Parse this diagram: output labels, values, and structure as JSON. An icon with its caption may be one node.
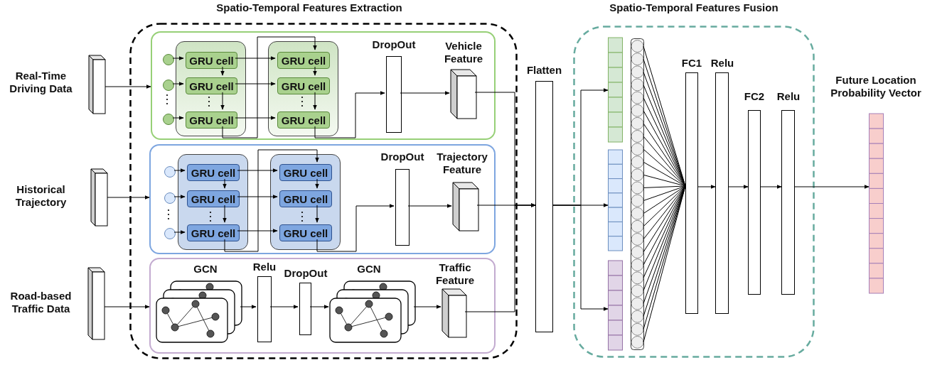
{
  "diagram": {
    "nodes": [
      {
        "text": [
          "Spatio-Temporal Features Extraction"
        ]
      },
      {
        "text": [
          "Spatio-Temporal Features Fusion"
        ]
      },
      {
        "text": [],
        "shape": "box",
        "in": 0
      },
      {
        "text": [],
        "shape": "box",
        "in": 0
      },
      {
        "text": [],
        "shape": "box",
        "in": 0
      },
      {
        "text": [
          "Real-Time Driving Data"
        ]
      },
      {
        "text": [
          "Historical Trajectory"
        ]
      },
      {
        "text": [
          "Road-based Traffic Data"
        ]
      },
      {
        "text": [],
        "shape": "circle",
        "in": 2
      },
      {
        "text": [],
        "shape": "circle",
        "in": 2
      },
      {
        "text": [],
        "shape": "circle",
        "in": 2
      },
      {
        "text": [],
        "shape": "box",
        "in": 2
      },
      {
        "text": [
          "GRU cell"
        ],
        "in": 11
      },
      {
        "text": [
          "GRU cell"
        ],
        "in": 11
      },
      {
        "text": [
          "GRU cell"
        ],
        "in": 11
      },
      {
        "text": [],
        "shape": "box",
        "in": 2
      },
      {
        "text": [
          "GRU cell"
        ],
        "in": 15
      },
      {
        "text": [
          "GRU cell"
        ],
        "in": 15
      },
      {
        "text": [
          "GRU cell"
        ],
        "in": 15
      },
      {
        "text": [
          "DropOut"
        ],
        "in": 2
      },
      {
        "text": [
          "Vehicle Feature"
        ],
        "in": 2
      },
      {
        "text": [],
        "shape": "circle",
        "in": 3
      },
      {
        "text": [],
        "shape": "circle",
        "in": 3
      },
      {
        "text": [],
        "shape": "circle",
        "in": 3
      },
      {
        "text": [],
        "shape": "box",
        "in": 3
      },
      {
        "text": [
          "GRU cell"
        ],
        "in": 24
      },
      {
        "text": [
          "GRU cell"
        ],
        "in": 24
      },
      {
        "text": [
          "GRU cell"
        ],
        "in": 24
      },
      {
        "text": [],
        "shape": "box",
        "in": 3
      },
      {
        "text": [
          "GRU cell"
        ],
        "in": 28
      },
      {
        "text": [
          "GRU cell"
        ],
        "in": 28
      },
      {
        "text": [
          "GRU cell"
        ],
        "in": 28
      },
      {
        "text": [
          "DropOut"
        ],
        "in": 3
      },
      {
        "text": [
          "Trajectory Feature"
        ],
        "in": 3
      },
      {
        "text": [
          "GCN"
        ],
        "in": 4
      },
      {
        "text": [
          "Relu"
        ],
        "in": 4
      },
      {
        "text": [
          "DropOut"
        ],
        "in": 4
      },
      {
        "text": [
          "GCN"
        ],
        "in": 4
      },
      {
        "text": [
          "Traffic Feature"
        ],
        "in": 4
      },
      {
        "text": [
          "Flatten"
        ]
      },
      {
        "text": [],
        "shape": "bar",
        "in": 1
      },
      {
        "text": [],
        "shape": "bar",
        "in": 1
      },
      {
        "text": [],
        "shape": "bar",
        "in": 1
      },
      {
        "text": [],
        "shape": "box",
        "in": 1
      },
      {
        "text": [
          "FC1"
        ],
        "in": 1
      },
      {
        "text": [
          "Relu"
        ],
        "in": 1
      },
      {
        "text": [
          "FC2"
        ],
        "in": 1
      },
      {
        "text": [
          "Relu"
        ],
        "in": 1
      },
      {
        "text": [
          "Future Location Probability Vector"
        ]
      }
    ],
    "edges": [
      {
        "from": 5,
        "to": 2,
        "arrow": "to"
      },
      {
        "from": 6,
        "to": 3,
        "arrow": "to"
      },
      {
        "from": 7,
        "to": 4,
        "arrow": "to"
      },
      {
        "from": 8,
        "to": 12,
        "arrow": "to"
      },
      {
        "from": 9,
        "to": 13,
        "arrow": "to"
      },
      {
        "from": 10,
        "to": 14,
        "arrow": "to"
      },
      {
        "from": 12,
        "to": 13,
        "arrow": "to"
      },
      {
        "from": 13,
        "to": 14,
        "arrow": "to"
      },
      {
        "from": 16,
        "to": 17,
        "arrow": "to"
      },
      {
        "from": 17,
        "to": 18,
        "arrow": "to"
      },
      {
        "from": 12,
        "to": 16,
        "arrow": "to"
      },
      {
        "from": 13,
        "to": 17,
        "arrow": "to"
      },
      {
        "from": 14,
        "to": 18,
        "arrow": "to"
      },
      {
        "from": 14,
        "to": 16,
        "arrow": "to"
      },
      {
        "from": 18,
        "to": 19,
        "arrow": "to"
      },
      {
        "from": 19,
        "to": 20,
        "arrow": "to"
      },
      {
        "from": 21,
        "to": 25,
        "arrow": "to"
      },
      {
        "from": 22,
        "to": 26,
        "arrow": "to"
      },
      {
        "from": 23,
        "to": 27,
        "arrow": "to"
      },
      {
        "from": 25,
        "to": 26,
        "arrow": "to"
      },
      {
        "from": 26,
        "to": 27,
        "arrow": "to"
      },
      {
        "from": 29,
        "to": 30,
        "arrow": "to"
      },
      {
        "from": 30,
        "to": 31,
        "arrow": "to"
      },
      {
        "from": 25,
        "to": 29,
        "arrow": "to"
      },
      {
        "from": 26,
        "to": 30,
        "arrow": "to"
      },
      {
        "from": 27,
        "to": 31,
        "arrow": "to"
      },
      {
        "from": 27,
        "to": 29,
        "arrow": "to"
      },
      {
        "from": 31,
        "to": 32,
        "arrow": "to"
      },
      {
        "from": 32,
        "to": 33,
        "arrow": "to"
      },
      {
        "from": 34,
        "to": 35,
        "arrow": "to"
      },
      {
        "from": 35,
        "to": 36,
        "arrow": "to"
      },
      {
        "from": 36,
        "to": 37,
        "arrow": "to"
      },
      {
        "from": 37,
        "to": 38,
        "arrow": "to"
      },
      {
        "from": 20,
        "to": 39,
        "arrow": "to"
      },
      {
        "from": 33,
        "to": 39,
        "arrow": "to"
      },
      {
        "from": 38,
        "to": 39,
        "arrow": "to"
      },
      {
        "from": 39,
        "to": 40,
        "arrow": "to"
      },
      {
        "from": 39,
        "to": 41,
        "arrow": "to"
      },
      {
        "from": 39,
        "to": 42,
        "arrow": "to"
      },
      {
        "from": 43,
        "to": 44,
        "arrow": "none"
      },
      {
        "from": 44,
        "to": 45,
        "arrow": "to"
      },
      {
        "from": 45,
        "to": 46,
        "arrow": "to"
      },
      {
        "from": 46,
        "to": 47,
        "arrow": "to"
      },
      {
        "from": 47,
        "to": 48,
        "arrow": "to"
      }
    ]
  }
}
